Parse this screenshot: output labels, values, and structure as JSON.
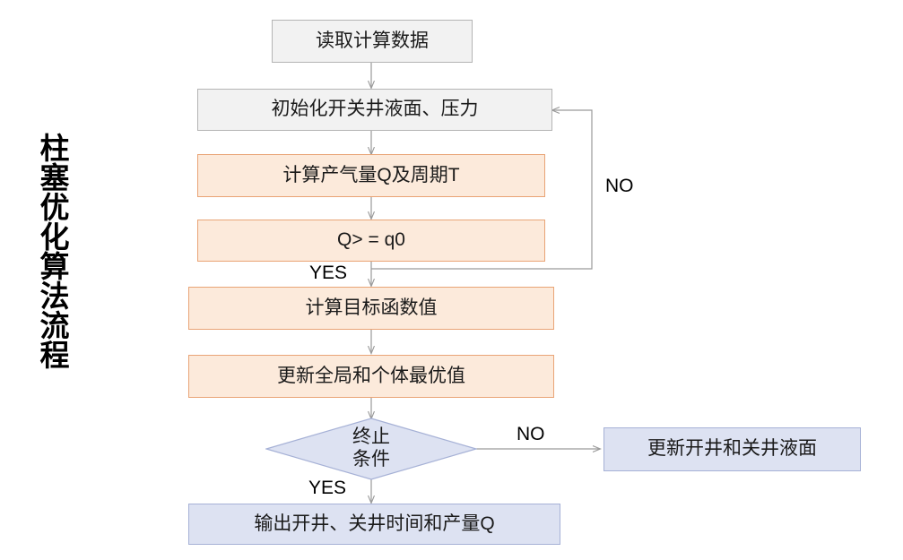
{
  "page": {
    "title_vertical": "柱塞优化算法流程",
    "background": "#ffffff"
  },
  "palette": {
    "gray_fill": "#f2f2f2",
    "gray_border": "#b4b4b4",
    "orange_fill": "#fceadb",
    "orange_border": "#e9a476",
    "blue_fill": "#dde2f2",
    "blue_border": "#a6b1d6",
    "connector": "#9a9a9a",
    "text": "#1a1a1a"
  },
  "nodes": {
    "read_data": {
      "label": "读取计算数据",
      "shape": "rectangle",
      "style": "gray"
    },
    "init": {
      "label": "初始化开关井液面、压力",
      "shape": "rectangle",
      "style": "gray"
    },
    "calc_q_t": {
      "label": "计算产气量Q及周期T",
      "shape": "rectangle",
      "style": "orange"
    },
    "check_q": {
      "label": "Q> = q0",
      "shape": "rectangle",
      "style": "orange"
    },
    "calc_objective": {
      "label": "计算目标函数值",
      "shape": "rectangle",
      "style": "orange"
    },
    "update_best": {
      "label": "更新全局和个体最优值",
      "shape": "rectangle",
      "style": "orange"
    },
    "stop_condition": {
      "label_line1": "终止",
      "label_line2": "条件",
      "shape": "diamond",
      "style": "blue"
    },
    "update_levels": {
      "label": "更新开井和关井液面",
      "shape": "rectangle",
      "style": "blue"
    },
    "output": {
      "label": "输出开井、关井时间和产量Q",
      "shape": "rectangle",
      "style": "blue"
    }
  },
  "edge_labels": {
    "check_q_yes": "YES",
    "check_q_no": "NO",
    "stop_no": "NO",
    "stop_yes": "YES"
  }
}
